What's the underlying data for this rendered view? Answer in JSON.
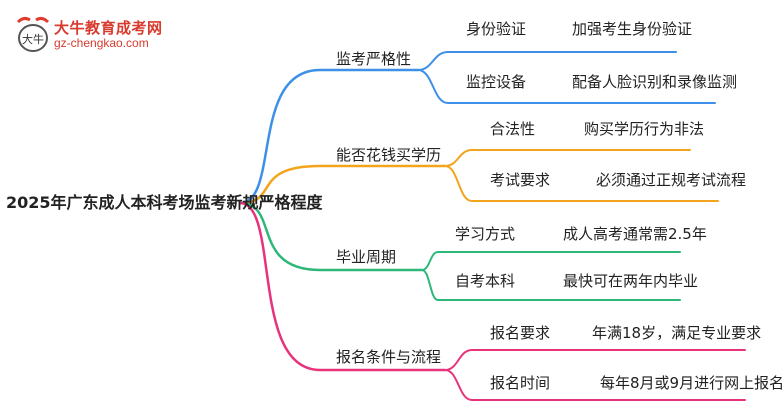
{
  "logo": {
    "name": "大牛教育成考网",
    "url": "gz-chengkao.com",
    "mark_text": "大牛"
  },
  "root": {
    "label": "2025年广东成人本科考场监考新规严格程度"
  },
  "branches": [
    {
      "label": "监考严格性",
      "color": "#3d8fe8",
      "children": [
        {
          "label": "身份验证",
          "detail": "加强考生身份验证"
        },
        {
          "label": "监控设备",
          "detail": "配备人脸识别和录像监测"
        }
      ]
    },
    {
      "label": "能否花钱买学历",
      "color": "#f2a41c",
      "children": [
        {
          "label": "合法性",
          "detail": "购买学历行为非法"
        },
        {
          "label": "考试要求",
          "detail": "必须通过正规考试流程"
        }
      ]
    },
    {
      "label": "毕业周期",
      "color": "#2db87a",
      "children": [
        {
          "label": "学习方式",
          "detail": "成人高考通常需2.5年"
        },
        {
          "label": "自考本科",
          "detail": "最快可在两年内毕业"
        }
      ]
    },
    {
      "label": "报名条件与流程",
      "color": "#e8327c",
      "children": [
        {
          "label": "报名要求",
          "detail": "年满18岁，满足专业要求"
        },
        {
          "label": "报名时间",
          "detail": "每年8月或9月进行网上报名"
        }
      ]
    }
  ]
}
